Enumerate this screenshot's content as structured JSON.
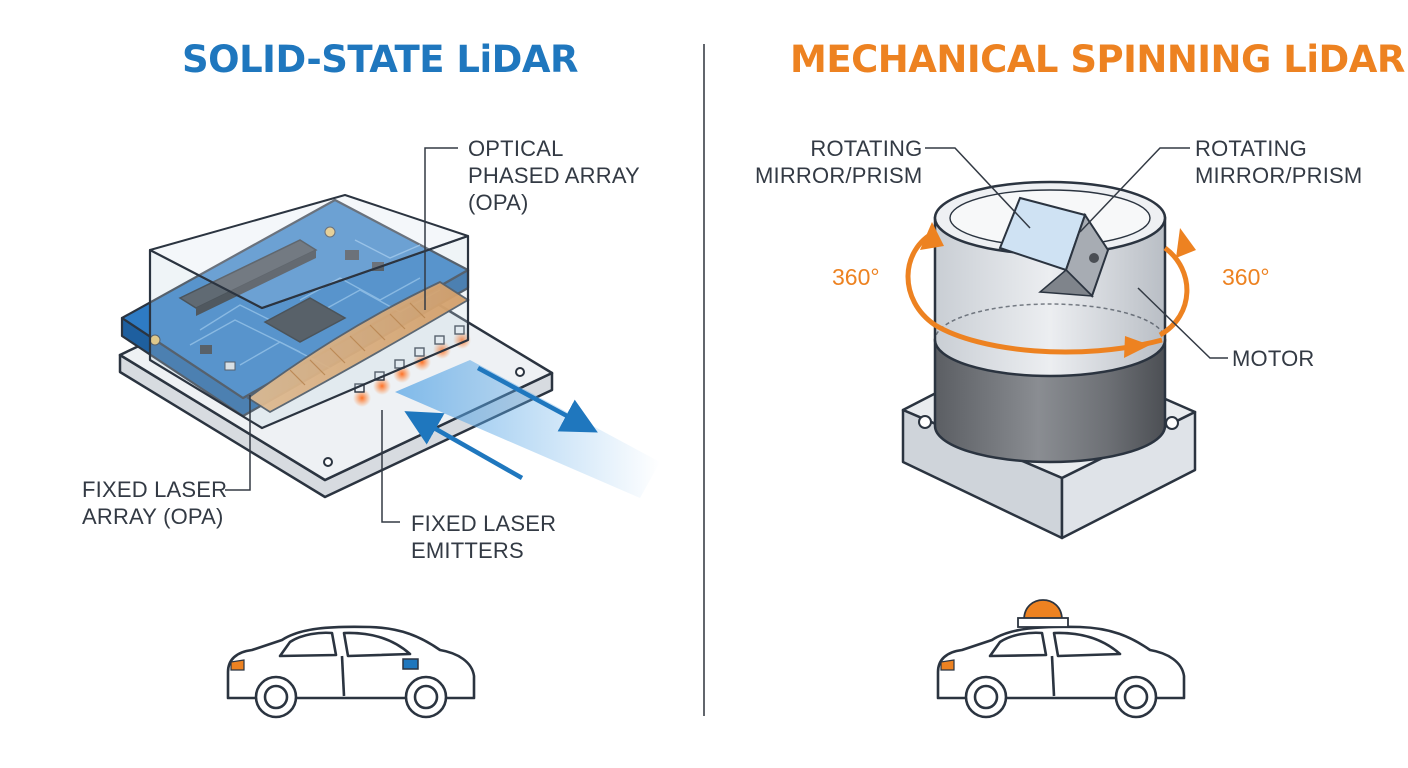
{
  "solid_state": {
    "title": "SOLID-STATE LiDAR",
    "labels": {
      "opa_line1": "OPTICAL",
      "opa_line2": "PHASED ARRAY",
      "opa_line3": "(OPA)",
      "fixed_array_line1": "FIXED LASER",
      "fixed_array_line2": "ARRAY (OPA)",
      "emitters_line1": "FIXED LASER",
      "emitters_line2": "EMITTERS"
    }
  },
  "mechanical": {
    "title": "MECHANICAL SPINNING LiDAR",
    "labels": {
      "mirror_left_line1": "ROTATING",
      "mirror_left_line2": "MIRROR/PRISM",
      "mirror_right_line1": "ROTATING",
      "mirror_right_line2": "MIRROR/PRISM",
      "motor": "MOTOR",
      "rotation_left": "360°",
      "rotation_right": "360°"
    }
  },
  "colors": {
    "solid_accent": "#1f77be",
    "mech_accent": "#ed8221",
    "outline": "#2b3440",
    "pcb": "#2e7bc4"
  }
}
